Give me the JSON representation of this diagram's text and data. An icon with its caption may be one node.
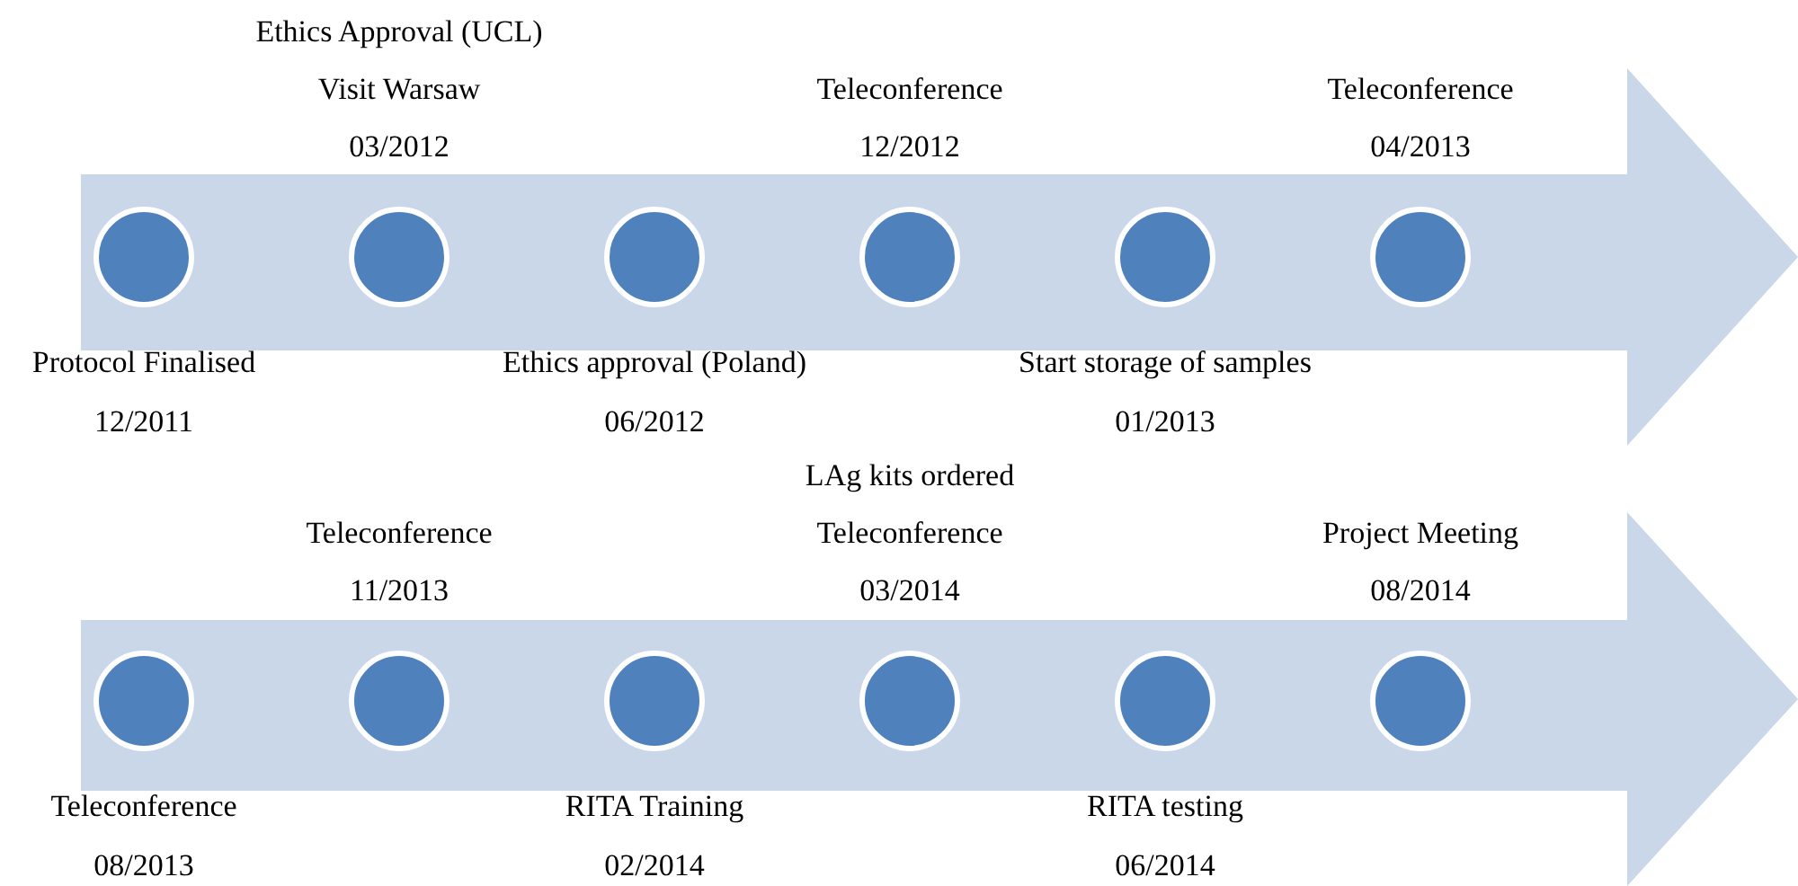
{
  "diagram": {
    "nodes": [
      {
        "text": [],
        "shape": "arrow"
      },
      {
        "text": [],
        "shape": "circle",
        "in": 0,
        "beside": [
          "Protocol Finalised",
          "12/2011"
        ]
      },
      {
        "text": [],
        "shape": "circle",
        "in": 0,
        "beside": [
          "Ethics Approval (UCL)",
          "Visit Warsaw",
          "03/2012"
        ]
      },
      {
        "text": [],
        "shape": "circle",
        "in": 0,
        "beside": [
          "Ethics approval (Poland)",
          "06/2012"
        ]
      },
      {
        "text": [],
        "shape": "circle",
        "in": 0,
        "beside": [
          "Teleconference",
          "12/2012"
        ]
      },
      {
        "text": [],
        "shape": "circle",
        "in": 0,
        "beside": [
          "Start storage of samples",
          "01/2013"
        ]
      },
      {
        "text": [],
        "shape": "circle",
        "in": 0,
        "beside": [
          "Teleconference",
          "04/2013"
        ]
      },
      {
        "text": [],
        "shape": "arrow"
      },
      {
        "text": [],
        "shape": "circle",
        "in": 7,
        "beside": [
          "Teleconference",
          "08/2013"
        ]
      },
      {
        "text": [],
        "shape": "circle",
        "in": 7,
        "beside": [
          "Teleconference",
          "11/2013"
        ]
      },
      {
        "text": [],
        "shape": "circle",
        "in": 7,
        "beside": [
          "RITA Training",
          "02/2014"
        ]
      },
      {
        "text": [],
        "shape": "circle",
        "in": 7,
        "beside": [
          "LAg kits ordered",
          "Teleconference",
          "03/2014"
        ]
      },
      {
        "text": [],
        "shape": "circle",
        "in": 7,
        "beside": [
          "RITA testing",
          "06/2014"
        ]
      },
      {
        "text": [],
        "shape": "circle",
        "in": 7,
        "beside": [
          "Project Meeting",
          "08/2014"
        ]
      }
    ],
    "edges": []
  }
}
